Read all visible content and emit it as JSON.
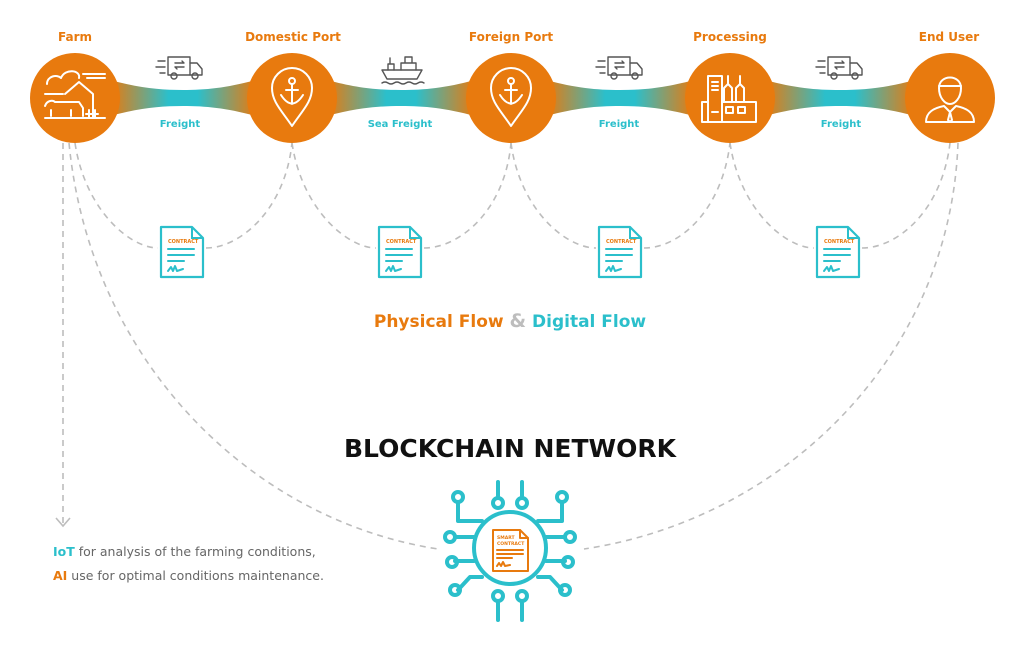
{
  "colors": {
    "physical": "#E87A0E",
    "digital": "#2BBFCB",
    "connector": "#BDBDBD"
  },
  "nodes": [
    {
      "label": "Farm",
      "icon": "farm-icon"
    },
    {
      "label": "Domestic Port",
      "icon": "anchor-pin-icon"
    },
    {
      "label": "Foreign Port",
      "icon": "anchor-pin-icon"
    },
    {
      "label": "Processing",
      "icon": "factory-icon"
    },
    {
      "label": "End User",
      "icon": "businessman-icon"
    }
  ],
  "links": [
    {
      "label": "Freight",
      "icon": "truck-icon"
    },
    {
      "label": "Sea Freight",
      "icon": "ship-icon"
    },
    {
      "label": "Freight",
      "icon": "truck-icon"
    },
    {
      "label": "Freight",
      "icon": "truck-icon"
    }
  ],
  "contract_label": "CONTRACT",
  "flow_title": {
    "physical": "Physical Flow",
    "and": "&",
    "digital": "Digital Flow"
  },
  "blockchain": {
    "title": "BLOCKCHAIN NETWORK",
    "chip_label_1": "SMART",
    "chip_label_2": "CONTRACT"
  },
  "note": {
    "line1_highlight": "IoT",
    "line1_text": " for analysis of the farming conditions,",
    "line2_highlight": "AI",
    "line2_text": " use for optimal conditions maintenance."
  }
}
